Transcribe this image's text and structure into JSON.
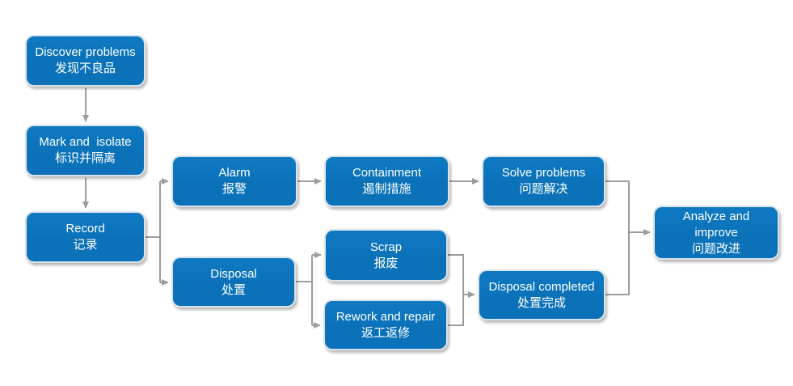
{
  "colors": {
    "node_fill": "#0b72b9",
    "node_fill_top": "#0e79c2",
    "node_border": "#dbe3ea",
    "node_text": "#ffffff",
    "connector": "#9c9c9c",
    "canvas_bg": "#ffffff"
  },
  "nodes": {
    "discover": {
      "en": "Discover problems",
      "zh": "发现不良品"
    },
    "mark": {
      "en": "Mark and  isolate",
      "zh": "标识并隔离"
    },
    "record": {
      "en": "Record",
      "zh": "记录"
    },
    "alarm": {
      "en": "Alarm",
      "zh": "报警"
    },
    "containment": {
      "en": "Containment",
      "zh": "遏制措施"
    },
    "solve": {
      "en": "Solve problems",
      "zh": "问题解决"
    },
    "disposal": {
      "en": "Disposal",
      "zh": "处置"
    },
    "scrap": {
      "en": "Scrap",
      "zh": "报废"
    },
    "rework": {
      "en": "Rework and repair",
      "zh": "返工返修"
    },
    "disposal_completed": {
      "en": "Disposal completed",
      "zh": "处置完成"
    },
    "analyze": {
      "en": "Analyze and\nimprove",
      "zh": "问题改进"
    }
  }
}
